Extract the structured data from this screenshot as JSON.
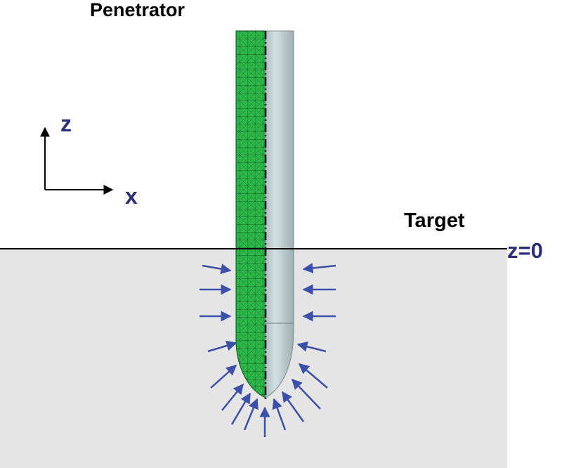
{
  "labels": {
    "penetrator": "Penetrator",
    "target": "Target",
    "surface": "z=0",
    "axis_z": "z",
    "axis_x": "x"
  },
  "colors": {
    "target_fill": "#e5e5e5",
    "mesh_fill": "#2db84a",
    "mesh_line": "#0e4a18",
    "rod_fill": "#c4d2d6",
    "arrow": "#3c50a8",
    "axis_label": "#2b2f7a",
    "text": "#000000"
  }
}
